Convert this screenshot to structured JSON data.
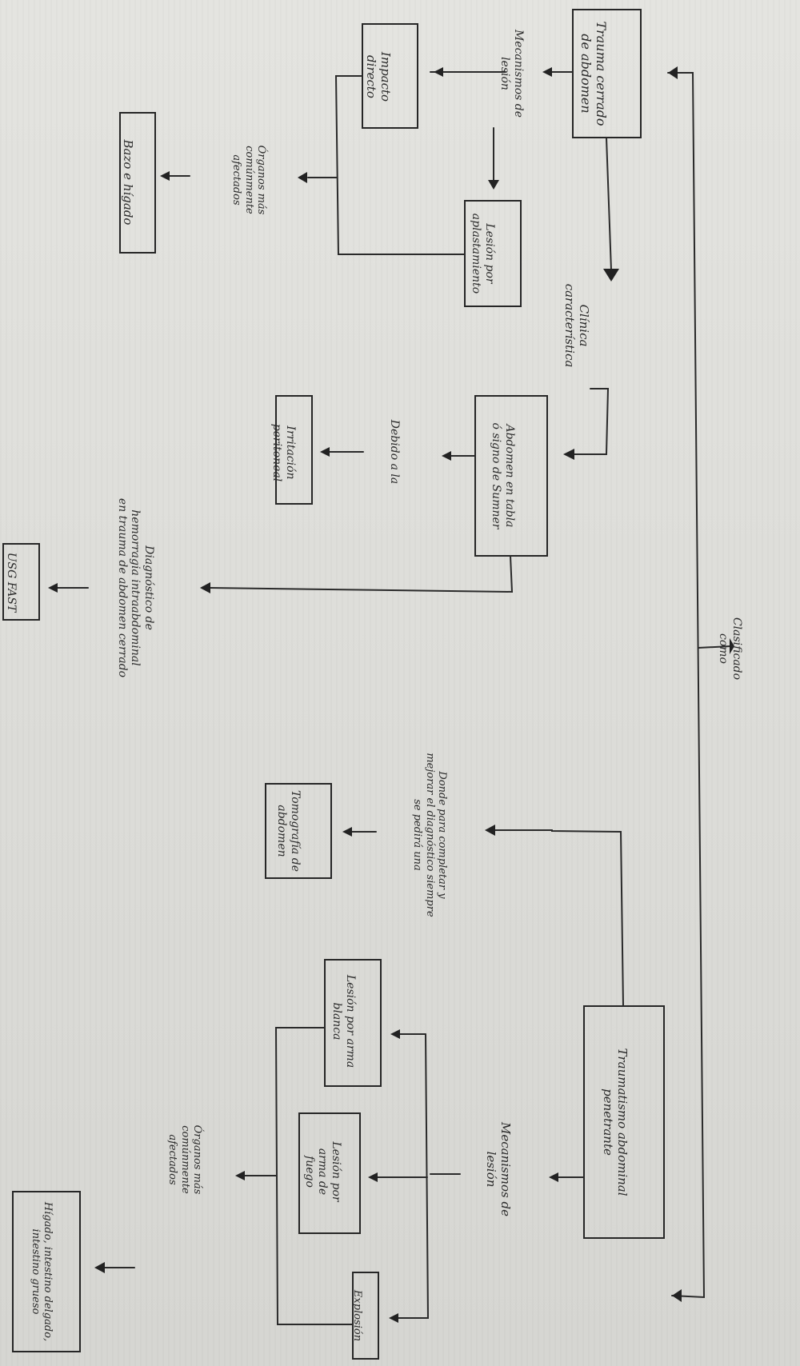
{
  "nodes": {
    "trauma_cerrado": "Trauma cerrado\nde abdomen",
    "mecanismos_1": "Mecanismos de\nlesión",
    "impacto_directo": "Impacto\ndirecto",
    "lesion_aplastamiento": "Lesión por\naplastamiento",
    "organos_1": "Órganos más\ncomúnmente\nafectados",
    "bazo_higado": "Bazo e hígado",
    "clinica": "Clínica\ncaracterística",
    "abdomen_tabla": "Abdomen en tabla\nó signo de Sumner",
    "debido_a": "Debido a la",
    "irritacion": "Irritación\nperitoneal",
    "diagnostico": "Diagnóstico de\nhemorragia intraabdominal\nen trauma de abdomen cerrado",
    "usg_fast": "USG FAST",
    "clasificado": "Clasificado\ncomo",
    "donde": "Donde para completar y\nmejorar el diagnóstico siempre\nse pedirá una",
    "tomografia": "Tomografía de\nabdomen",
    "trauma_penetrante": "Traumatismo abdominal\npenetrante",
    "mecanismos_2": "Mecanismos de\nlesión",
    "arma_blanca": "Lesión por arma\nblanca",
    "arma_fuego": "Lesión por\narma de\nfuego",
    "explosion": "Explosión",
    "organos_2": "Órganos más\ncomúnmente\nafectados",
    "higado_intestino": "Hígado, intestino delgado,\nintestino grueso"
  }
}
